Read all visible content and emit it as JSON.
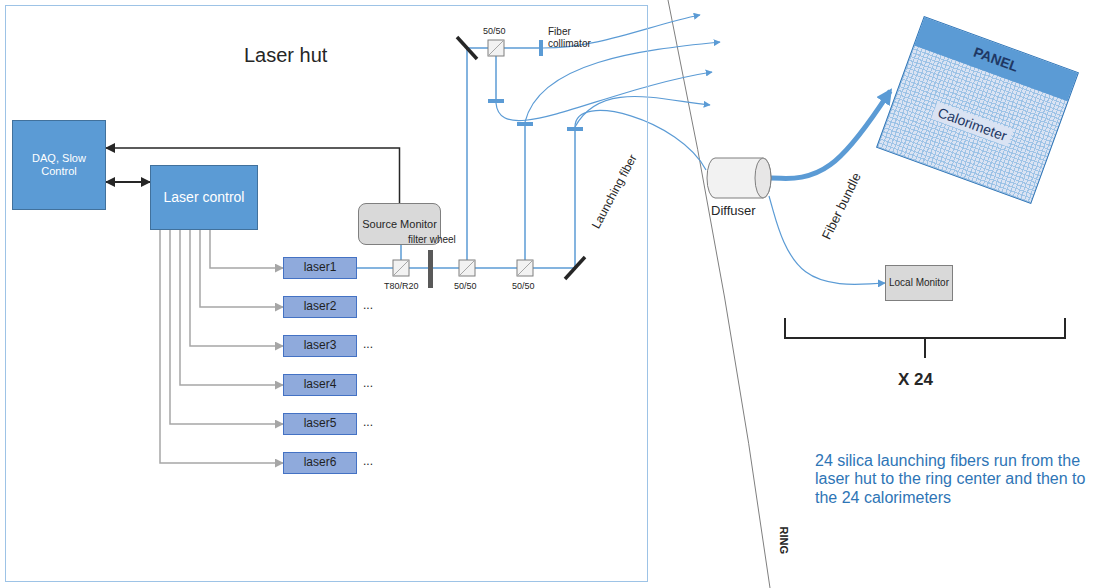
{
  "diagram": {
    "nodes": [
      {
        "text": [
          "Laser hut"
        ]
      },
      {
        "text": [
          "DAQ, Slow Control"
        ],
        "in": 0
      },
      {
        "text": [
          "Laser control"
        ],
        "in": 0
      },
      {
        "text": [
          "Source Monitor"
        ],
        "in": 0
      },
      {
        "text": [
          "laser1"
        ],
        "in": 0
      },
      {
        "text": [
          "laser2"
        ],
        "in": 0
      },
      {
        "text": [
          "laser3"
        ],
        "in": 0
      },
      {
        "text": [
          "laser4"
        ],
        "in": 0
      },
      {
        "text": [
          "laser5"
        ],
        "in": 0
      },
      {
        "text": [
          "laser6"
        ],
        "in": 0
      },
      {
        "text": [
          "Diffuser"
        ]
      },
      {
        "text": [
          "Calorimeter"
        ]
      },
      {
        "text": [
          "PANEL"
        ],
        "in": 11
      },
      {
        "text": [
          "Local Monitor"
        ]
      }
    ],
    "edges": [
      {
        "from": 2,
        "to": 1,
        "arrow": "both"
      },
      {
        "from": 3,
        "to": 1,
        "arrow": "to"
      },
      {
        "from": 2,
        "to": 4,
        "arrow": "to"
      },
      {
        "from": 2,
        "to": 5,
        "arrow": "to"
      },
      {
        "from": 2,
        "to": 6,
        "arrow": "to"
      },
      {
        "from": 2,
        "to": 7,
        "arrow": "to"
      },
      {
        "from": 2,
        "to": 8,
        "arrow": "to"
      },
      {
        "from": 2,
        "to": 9,
        "arrow": "to"
      },
      {
        "from": 10,
        "to": 11,
        "label": "Fiber bundle",
        "arrow": "to"
      },
      {
        "from": 10,
        "to": 13,
        "arrow": "to"
      }
    ],
    "labels": [
      "T80/R20",
      "filter wheel",
      "50/50",
      "50/50",
      "50/50",
      "Fiber collimator",
      "Launching fiber",
      "...",
      "...",
      "...",
      "...",
      "...",
      "RING",
      "X 24",
      "24 silica launching fibers run from the laser hut to the ring center and then  to the 24 calorimeters"
    ]
  }
}
